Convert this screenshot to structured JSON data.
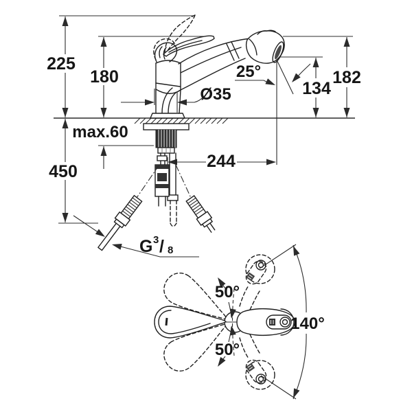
{
  "drawing": {
    "kind": "faucet technical dimension drawing",
    "background": "#ffffff",
    "line_color": "#2b2b2b"
  },
  "side_view": {
    "labels": {
      "total_height": "225",
      "handle_height": "180",
      "max_thickness": "max.60",
      "hose_length": "450",
      "projection": "244",
      "base_diameter": "Ø35",
      "spray_angle": "25°",
      "outlet_height": "134",
      "head_height": "182",
      "thread_g": "G",
      "thread_sup": "3",
      "thread_slash": "/",
      "thread_sub": "8"
    }
  },
  "top_view": {
    "labels": {
      "swing_up": "50°",
      "swing_down": "50°",
      "swivel_range": "140°"
    }
  }
}
